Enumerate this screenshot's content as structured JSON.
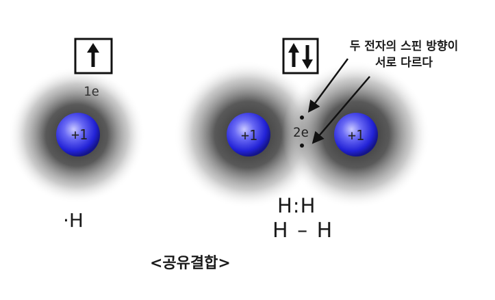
{
  "single_atom": {
    "spin_box": "↑",
    "electron_label": "1e",
    "nucleus_charge": "+1",
    "lewis_symbol": "·H"
  },
  "molecule": {
    "spin_box": "↑↓",
    "electron_label": "2e",
    "nucleus_left_charge": "+1",
    "nucleus_right_charge": "+1",
    "lewis_structure": "H:H",
    "line_structure": "H – H"
  },
  "annotation": {
    "line1": "두 전자의 스핀 방향이",
    "line2": "서로 다르다"
  },
  "caption": "<공유결합>",
  "colors": {
    "nucleus": "#2f2fe0",
    "cloud": "#3a3a3a",
    "ink": "#1a1a1a"
  }
}
